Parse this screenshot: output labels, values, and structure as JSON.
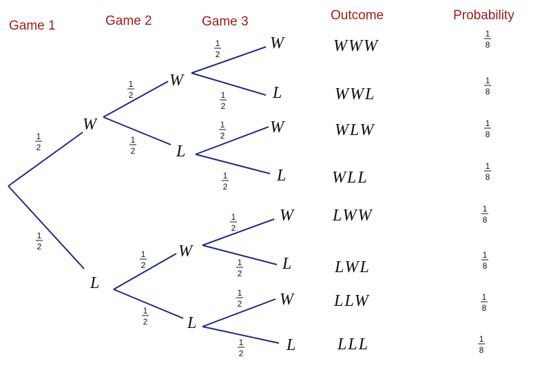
{
  "headers": {
    "game1": "Game 1",
    "game2": "Game 2",
    "game3": "Game 3",
    "outcome": "Outcome",
    "probability": "Probability"
  },
  "colors": {
    "header": "#a01c1c",
    "branch": "#1f2a78"
  },
  "branch_prob": {
    "num": "1",
    "den": "2"
  },
  "tree": {
    "game2": [
      {
        "label": "W"
      },
      {
        "label": "L"
      }
    ],
    "game3": [
      {
        "label": "W"
      },
      {
        "label": "L"
      },
      {
        "label": "W"
      },
      {
        "label": "L"
      }
    ],
    "leaves": [
      {
        "label": "W"
      },
      {
        "label": "L"
      },
      {
        "label": "W"
      },
      {
        "label": "L"
      },
      {
        "label": "W"
      },
      {
        "label": "L"
      },
      {
        "label": "W"
      },
      {
        "label": "L"
      }
    ]
  },
  "outcomes": [
    {
      "outcome": "WWW",
      "prob_num": "1",
      "prob_den": "8"
    },
    {
      "outcome": "WWL",
      "prob_num": "1",
      "prob_den": "8"
    },
    {
      "outcome": "WLW",
      "prob_num": "1",
      "prob_den": "8"
    },
    {
      "outcome": "WLL",
      "prob_num": "1",
      "prob_den": "8"
    },
    {
      "outcome": "LWW",
      "prob_num": "1",
      "prob_den": "8"
    },
    {
      "outcome": "LWL",
      "prob_num": "1",
      "prob_den": "8"
    },
    {
      "outcome": "LLW",
      "prob_num": "1",
      "prob_den": "8"
    },
    {
      "outcome": "LLL",
      "prob_num": "1",
      "prob_den": "8"
    }
  ]
}
